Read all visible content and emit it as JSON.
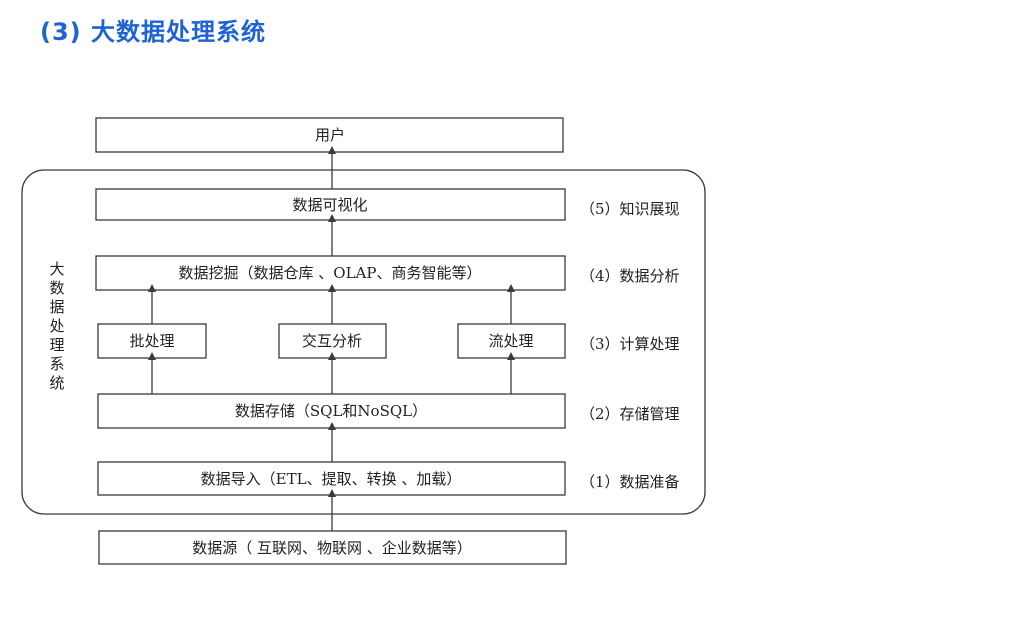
{
  "heading": "(3) 大数据处理系统",
  "diagram": {
    "user": "用户",
    "system_label": [
      "大",
      "数",
      "据",
      "处",
      "理",
      "系",
      "统"
    ],
    "visualization": "数据可视化",
    "mining": "数据挖掘（数据仓库 、OLAP、商务智能等）",
    "batch": "批处理",
    "interactive": "交互分析",
    "stream": "流处理",
    "storage": "数据存储（SQL和NoSQL）",
    "import": "数据导入（ETL、提取、转换 、加载）",
    "source": "数据源（ 互联网、物联网 、企业数据等）",
    "stages": {
      "s5": "（5）知识展现",
      "s4": "（4）数据分析",
      "s3": "（3）计算处理",
      "s2": "（2）存储管理",
      "s1": "（1）数据准备"
    }
  }
}
